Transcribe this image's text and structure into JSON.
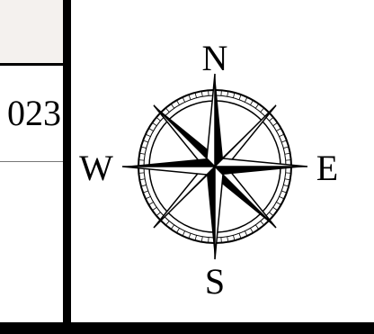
{
  "title_block": {
    "year_fragment": "023"
  },
  "compass": {
    "north": "N",
    "east": "E",
    "south": "S",
    "west": "W"
  },
  "colors": {
    "ink": "#000000",
    "paper": "#ffffff",
    "title_fill": "#f4f1ee"
  }
}
